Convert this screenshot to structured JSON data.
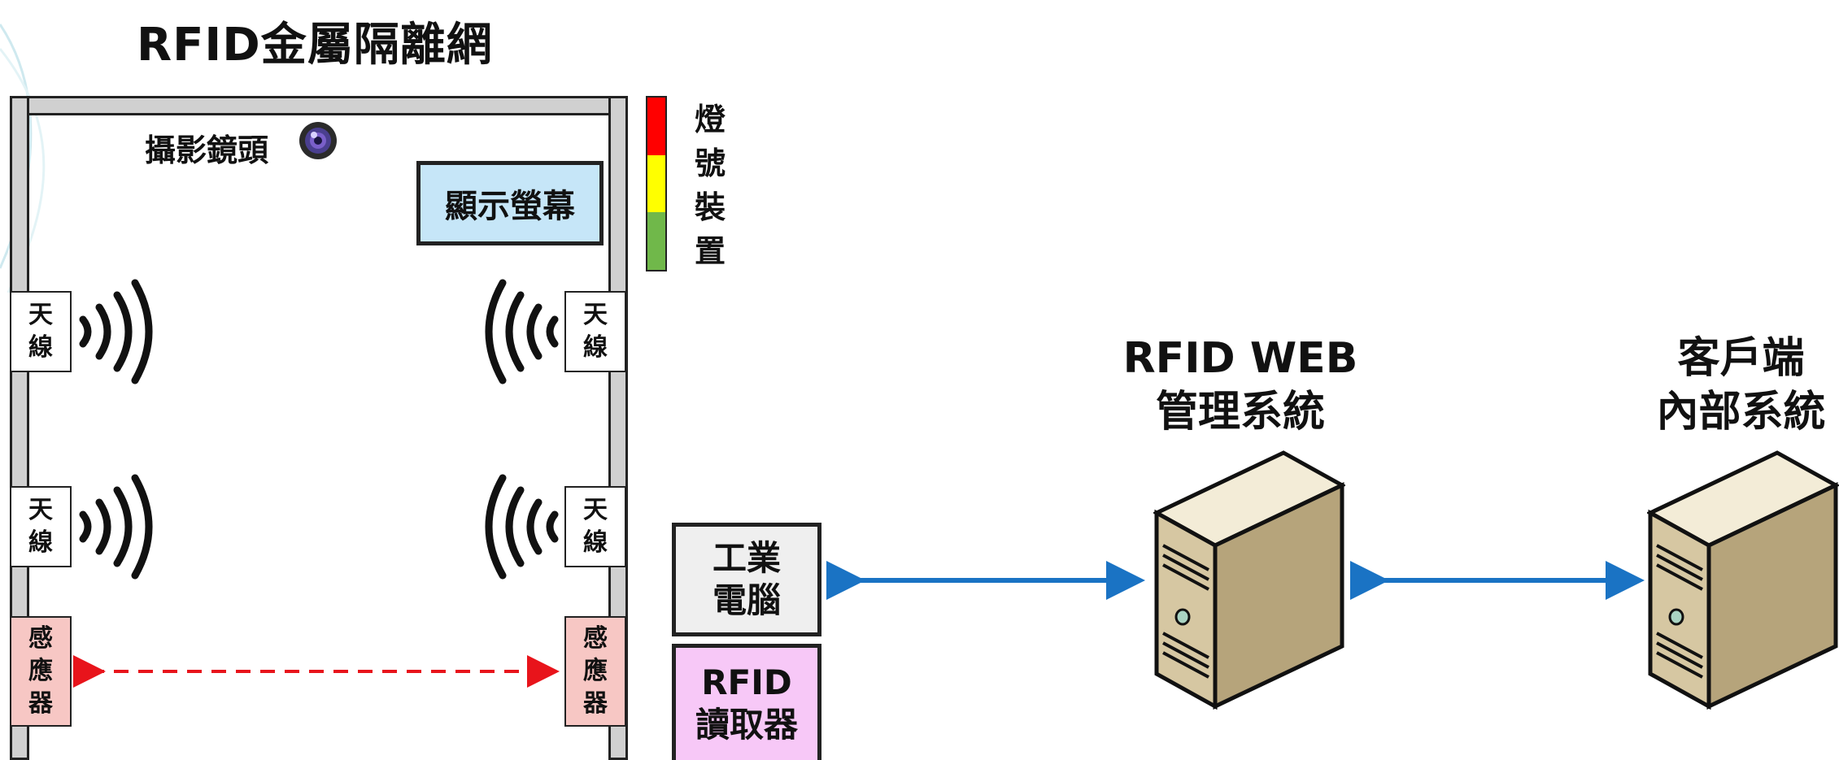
{
  "title": "RFID金屬隔離網",
  "gate": {
    "camera_label": "攝影鏡頭",
    "display_label": "顯示螢幕",
    "signal_device_label": "燈\n號\n裝\n置",
    "signal_colors": [
      "#ff0000",
      "#ffff00",
      "#70b84a"
    ],
    "antenna_label": "天\n線",
    "sensor_label": "感\n應\n器",
    "sensor_color": "#f7c7c4",
    "sensor_beam_color": "#e8141b"
  },
  "devices": {
    "industrial_pc": "工業\n電腦",
    "rfid_reader": "RFID\n讀取器",
    "web_system": "RFID WEB\n管理系統",
    "client_system": "客戶端\n內部系統"
  },
  "colors": {
    "connector": "#1a73c4",
    "display_bg": "#c6e6f8",
    "reader_bg": "#f7c8f7"
  },
  "icons": [
    "camera-icon",
    "antenna-wave-icon",
    "server-icon"
  ]
}
